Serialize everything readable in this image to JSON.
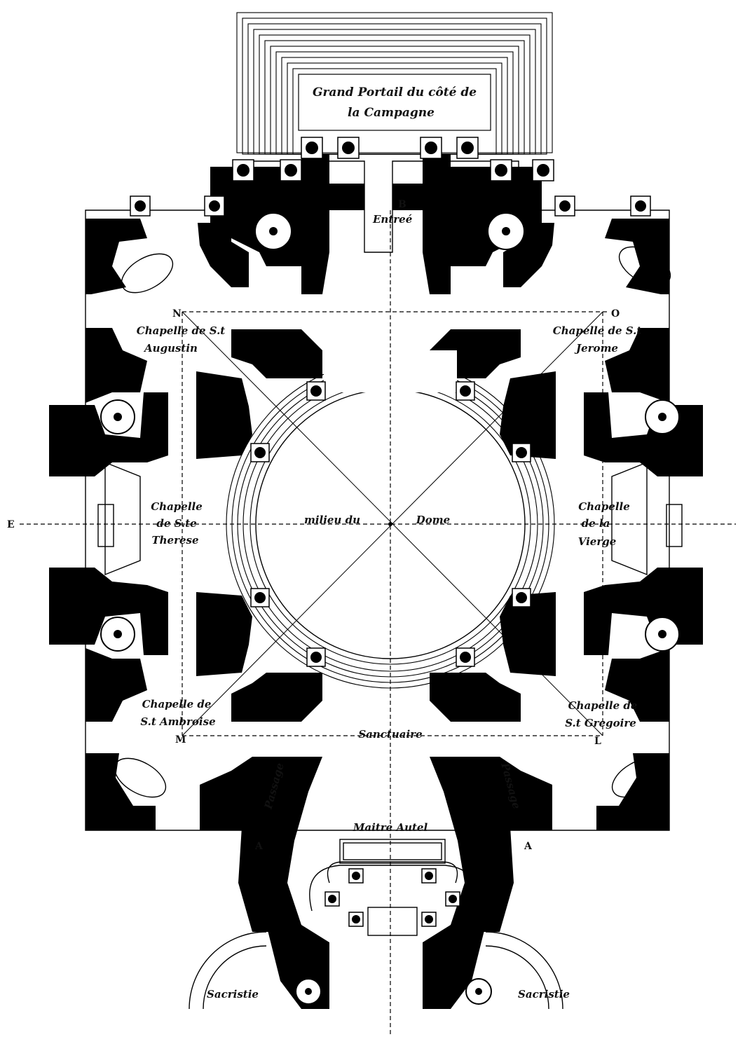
{
  "labels": {
    "portal_line1": "Grand Portail du côté de",
    "portal_line2": "la Campagne",
    "entree": "Entreé",
    "point_b": "B",
    "point_n": "N",
    "point_o": "O",
    "point_e": "E",
    "point_m": "M",
    "point_l": "L",
    "point_a_left": "A",
    "point_a_right": "A",
    "chap_augustin_1": "Chapelle de S.t",
    "chap_augustin_2": "Augustin",
    "chap_jerome_1": "Chapelle de S.t",
    "chap_jerome_2": "Jerome",
    "chap_therese_1": "Chapelle",
    "chap_therese_2": "de S.te",
    "chap_therese_3": "Therese",
    "chap_vierge_1": "Chapelle",
    "chap_vierge_2": "de la",
    "chap_vierge_3": "Vierge",
    "milieu_dome_1": "milieu du",
    "milieu_dome_2": "Dome",
    "chap_ambroise_1": "Chapelle de",
    "chap_ambroise_2": "S.t Ambroise",
    "chap_gregoire_1": "Chapelle de",
    "chap_gregoire_2": "S.t Gregoire",
    "sanctuaire": "Sanctuaire",
    "passage_left": "Passage",
    "passage_right": "Passage",
    "maitre_autel": "Maitre Autel",
    "sacristie_left": "Sacristie",
    "sacristie_right": "Sacristie"
  }
}
